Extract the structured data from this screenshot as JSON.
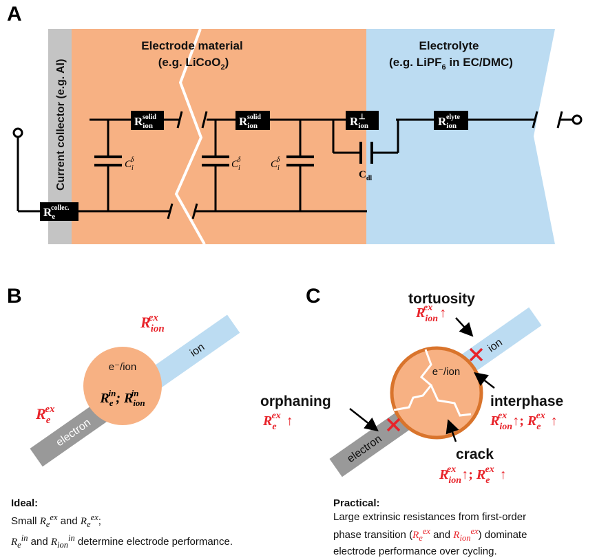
{
  "panels": {
    "a": "A",
    "b": "B",
    "c": "C"
  },
  "colors": {
    "electrode": "#f7b183",
    "electrolyte": "#bcdcf2",
    "collector": "#c4c4c4",
    "marker": "#e8232a",
    "particle_edge": "#d9742c"
  },
  "panel_a": {
    "collector_label": "Current collector (e.g. Al)",
    "electrode_title": "Electrode material",
    "electrode_sub_prefix": "(e.g. LiCoO",
    "electrode_sub_sub": "2",
    "electrode_sub_suffix": ")",
    "electrolyte_title": "Electrolyte",
    "electrolyte_sub_prefix": "(e.g. LiPF",
    "electrolyte_sub_sub": "6",
    "electrolyte_sub_suffix": " in EC/DMC)",
    "r_collector": {
      "base": "R",
      "sub": "e",
      "sup": "collec."
    },
    "r_solid": {
      "base": "R",
      "sub": "ion",
      "sup": "solid"
    },
    "r_interface": {
      "base": "R",
      "sub": "ion",
      "sup": "⊥"
    },
    "r_elyte": {
      "base": "R",
      "sub": "ion",
      "sup": "elyte"
    },
    "c_delta": {
      "base": "C",
      "sub": "i",
      "sup": "δ"
    },
    "c_dl": {
      "base": "C",
      "sub": "dl"
    }
  },
  "panel_b": {
    "ion_bar": "ion",
    "electron_bar": "electron",
    "particle_label": "e⁻/ion",
    "inner_formula": "R",
    "inner_e": "e",
    "inner_in": "in",
    "inner_sep": "; R",
    "inner_ion": "ion",
    "ion_ex": {
      "base": "R",
      "sub": "ion",
      "sup": "ex"
    },
    "e_ex": {
      "base": "R",
      "sub": "e",
      "sup": "ex"
    },
    "caption_title": "Ideal:",
    "caption_line1_a": "Small ",
    "caption_line1_b": " and ",
    "caption_line1_c": ";",
    "caption_line2_b": " and ",
    "caption_line2_c": " determine electrode performance."
  },
  "panel_c": {
    "ion_bar": "ion",
    "electron_bar": "electron",
    "particle_label": "e⁻/ion",
    "tortuosity": "tortuosity",
    "orphaning": "orphaning",
    "interphase": "interphase",
    "crack": "crack",
    "arrow_up": "↑",
    "sep": "; ",
    "caption_title": "Practical:",
    "caption_line1": "Large extrinsic resistances from first-order",
    "caption_line2_a": "phase transition (",
    "caption_line2_b": " and ",
    "caption_line2_c": ") dominate",
    "caption_line3": "electrode performance over cycling."
  }
}
